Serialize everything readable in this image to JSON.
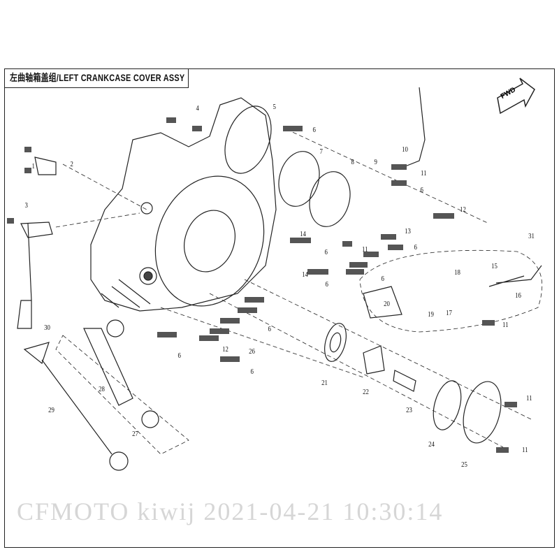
{
  "title": "左曲轴箱盖组/LEFT CRANKCASE COVER ASSY",
  "fwd_label": "FWD",
  "watermark": "CFMOTO kiwij 2021-04-21 10:30:14",
  "callouts": [
    "1",
    "2",
    "3",
    "4",
    "5",
    "6",
    "7",
    "8",
    "9",
    "10",
    "11",
    "6",
    "12",
    "13",
    "11",
    "6",
    "6",
    "14",
    "6",
    "14",
    "6",
    "31",
    "15",
    "18",
    "19",
    "16",
    "17",
    "20",
    "11",
    "6",
    "12",
    "26",
    "6",
    "6",
    "28",
    "29",
    "27",
    "30",
    "21",
    "22",
    "23",
    "24",
    "25",
    "11",
    "11"
  ]
}
